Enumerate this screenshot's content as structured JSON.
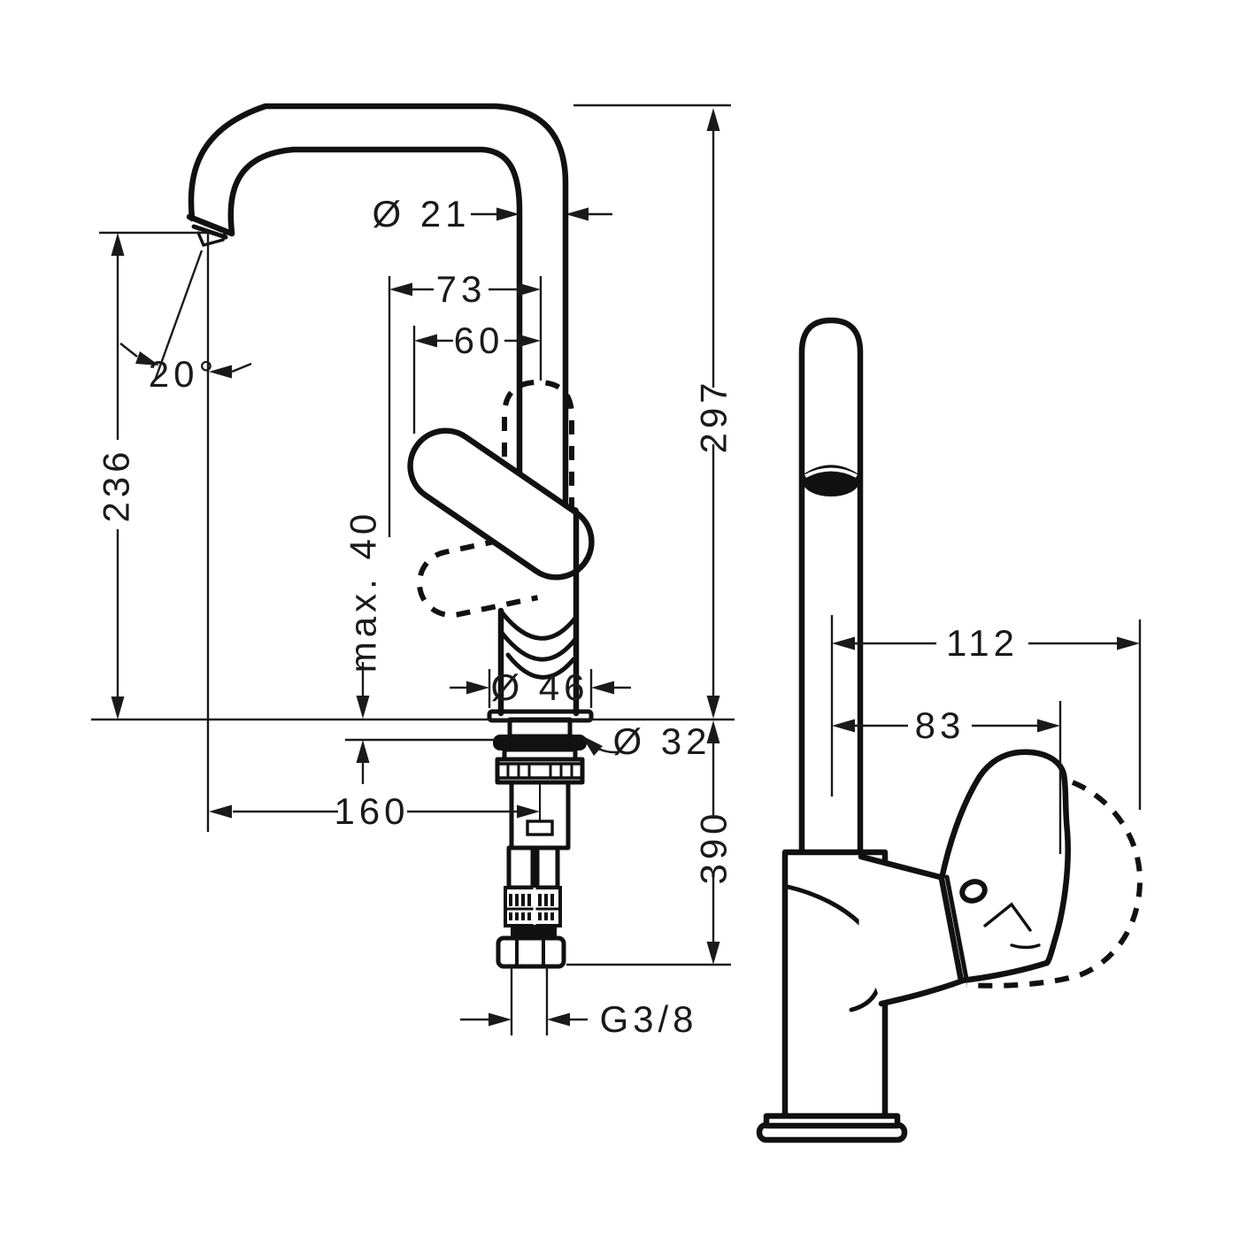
{
  "drawing": {
    "kind": "faucet technical dimension drawing",
    "unit": "mm",
    "line_color": "#111111",
    "background_color": "#ffffff",
    "front_view": {
      "spout_diameter": "Ø 21",
      "lever_width_73": "73",
      "lever_width_60": "60",
      "spout_angle": "20°",
      "outlet_height": "236",
      "total_height": "297",
      "max_mounting_thickness": "max. 40",
      "base_diameter": "Ø 46",
      "shank_diameter": "Ø 32",
      "spout_reach": "160",
      "hose_length": "390",
      "connection_thread": "G3/8"
    },
    "side_view": {
      "handle_depth": "112",
      "body_depth": "83"
    }
  }
}
